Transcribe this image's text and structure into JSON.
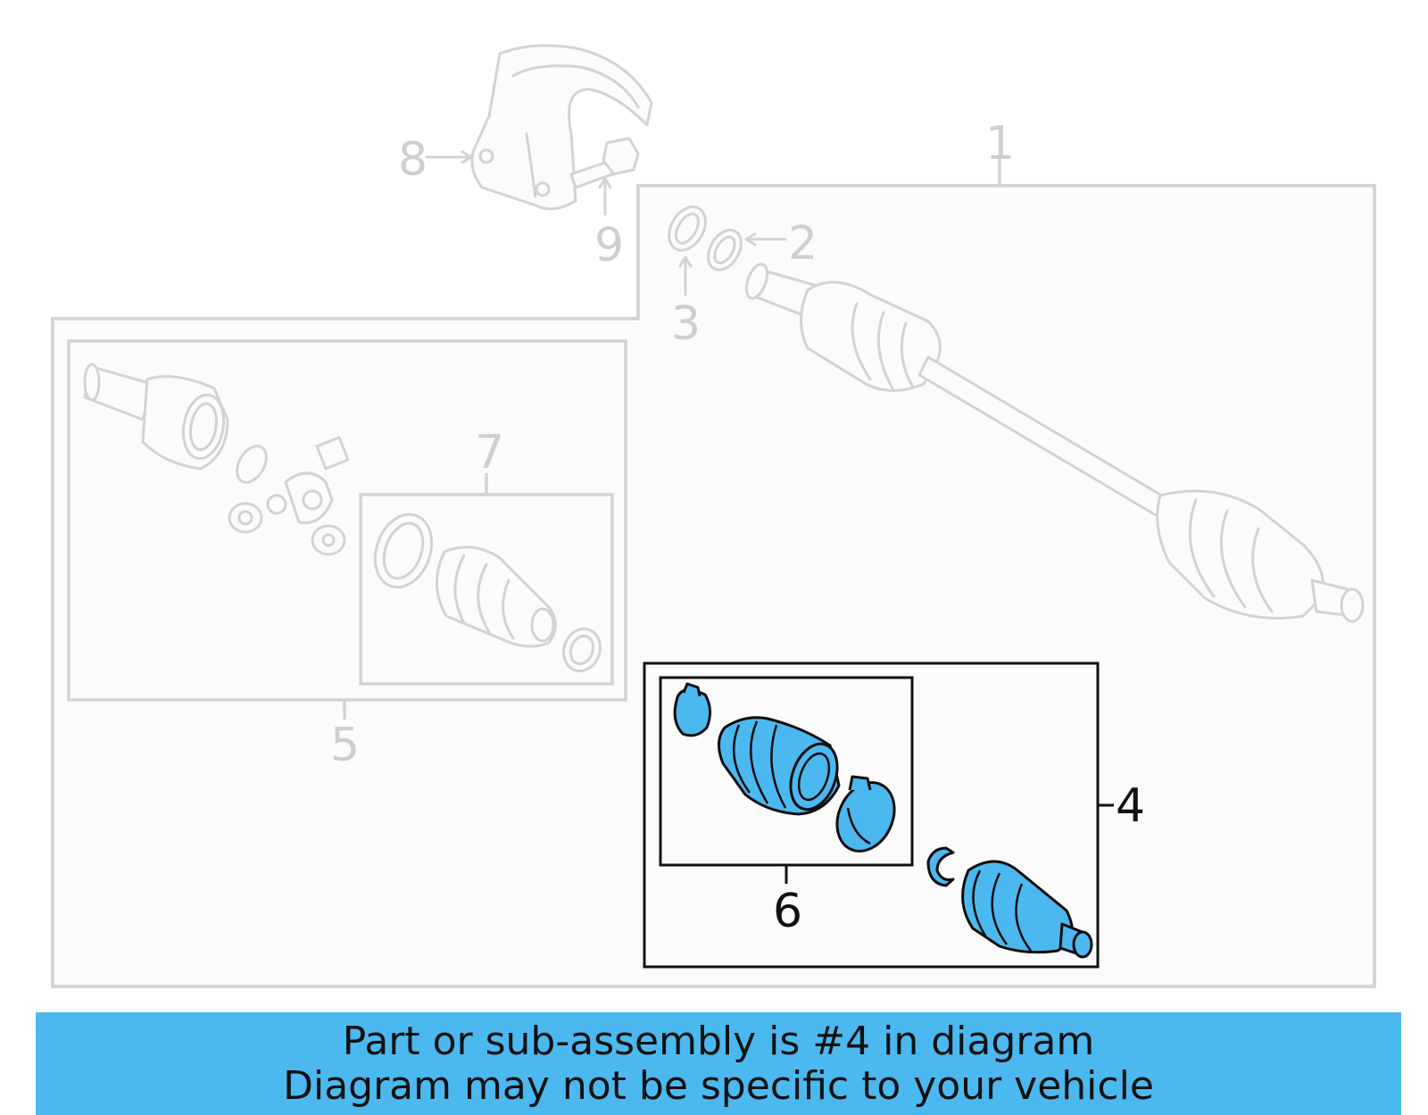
{
  "callouts": {
    "c1": "1",
    "c2": "2",
    "c3": "3",
    "c4": "4",
    "c5": "5",
    "c6": "6",
    "c7": "7",
    "c8": "8",
    "c9": "9"
  },
  "highlighted_part": "4",
  "colors": {
    "highlight": "#4cb8f0",
    "faded_line": "#d3d3d3",
    "active_line": "#111111",
    "banner": "#4cb8f0"
  },
  "banner": {
    "line1": "Part or sub-assembly is #4 in diagram",
    "line2": "Diagram may not be specific to your vehicle"
  }
}
